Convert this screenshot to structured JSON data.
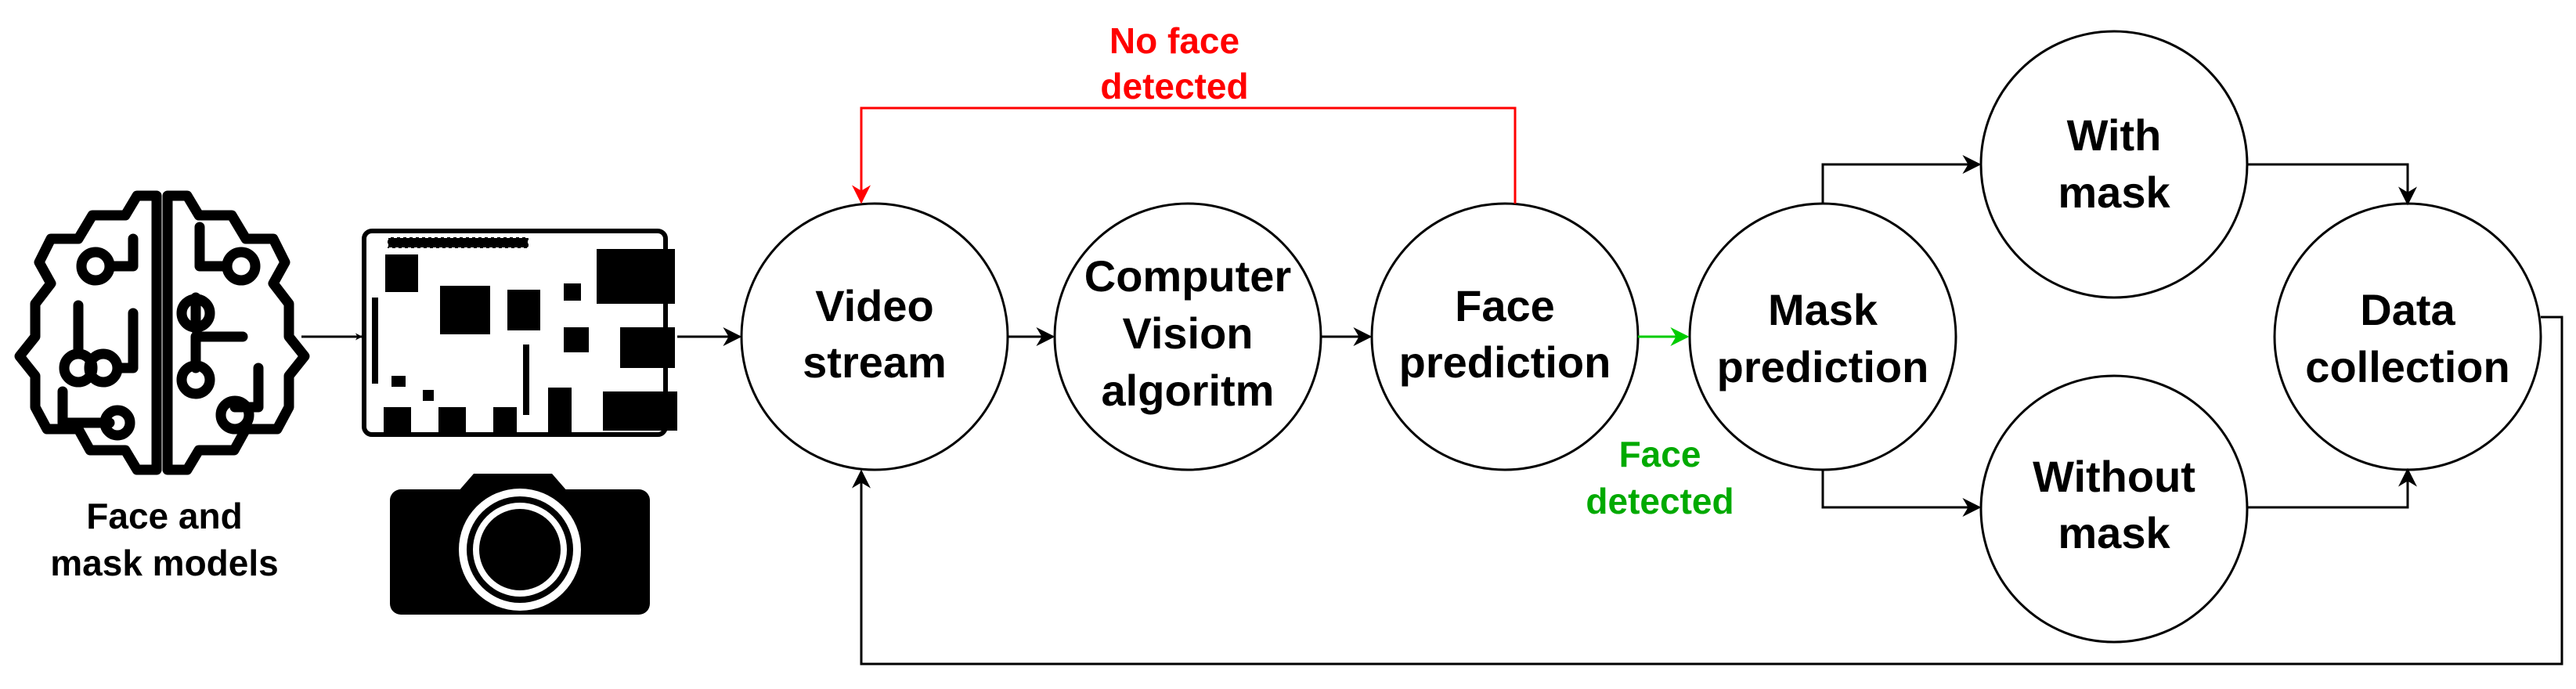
{
  "nodes": {
    "video": [
      "Video",
      "stream"
    ],
    "cv": [
      "Computer",
      "Vision",
      "algoritm"
    ],
    "face": [
      "Face",
      "prediction"
    ],
    "mask": [
      "Mask",
      "prediction"
    ],
    "with_mask": [
      "With",
      "mask"
    ],
    "without_mask": [
      "Without",
      "mask"
    ],
    "data": [
      "Data",
      "collection"
    ]
  },
  "captions": {
    "models": [
      "Face and",
      "mask models"
    ]
  },
  "edge_labels": {
    "no_face": [
      "No face",
      "detected"
    ],
    "face_detected": [
      "Face",
      "detected"
    ]
  },
  "icons": [
    "brain-icon",
    "circuit-board-icon",
    "camera-icon"
  ],
  "colors": {
    "stroke": "#000000",
    "no_face": "#ff0000",
    "face_detected": "#00cc00",
    "face_detected_text": "#00aa00"
  }
}
